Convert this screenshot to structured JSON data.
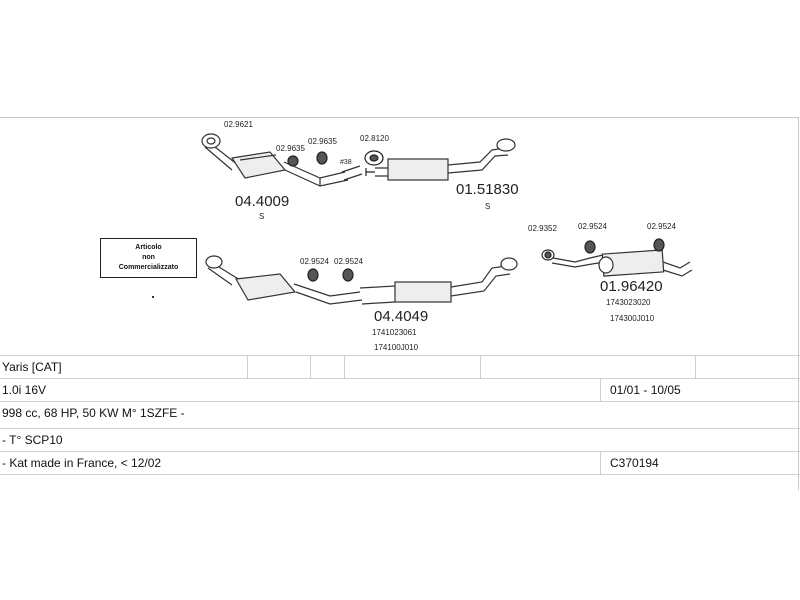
{
  "diagram": {
    "parts": [
      {
        "number": "04.4009",
        "suffix": "S"
      },
      {
        "number": "01.51830",
        "suffix": "S"
      },
      {
        "number": "04.4049",
        "codes": [
          "1741023061",
          "174100J010"
        ]
      },
      {
        "number": "01.96420",
        "codes": [
          "1743023020",
          "174300J010"
        ]
      }
    ],
    "clamps_top": [
      "02.9621",
      "02.9635",
      "02.9635",
      "02.8120",
      "#38"
    ],
    "clamps_bottom": [
      "02.9524",
      "02.9524"
    ],
    "clamps_right": [
      "02.9352",
      "02.9524",
      "02.9524"
    ],
    "note": {
      "line1": "Articolo",
      "line2": "non",
      "line3": "Commercializzato"
    }
  },
  "table": {
    "model": "Yaris  [CAT]",
    "engine": "1.0i 16V",
    "period": "01/01 - 10/05",
    "specs": "998 cc, 68 HP, 50 KW M° 1SZFE -",
    "type": "- T° SCP10",
    "remark": "- Kat made in France, < 12/02",
    "code": "C370194"
  }
}
